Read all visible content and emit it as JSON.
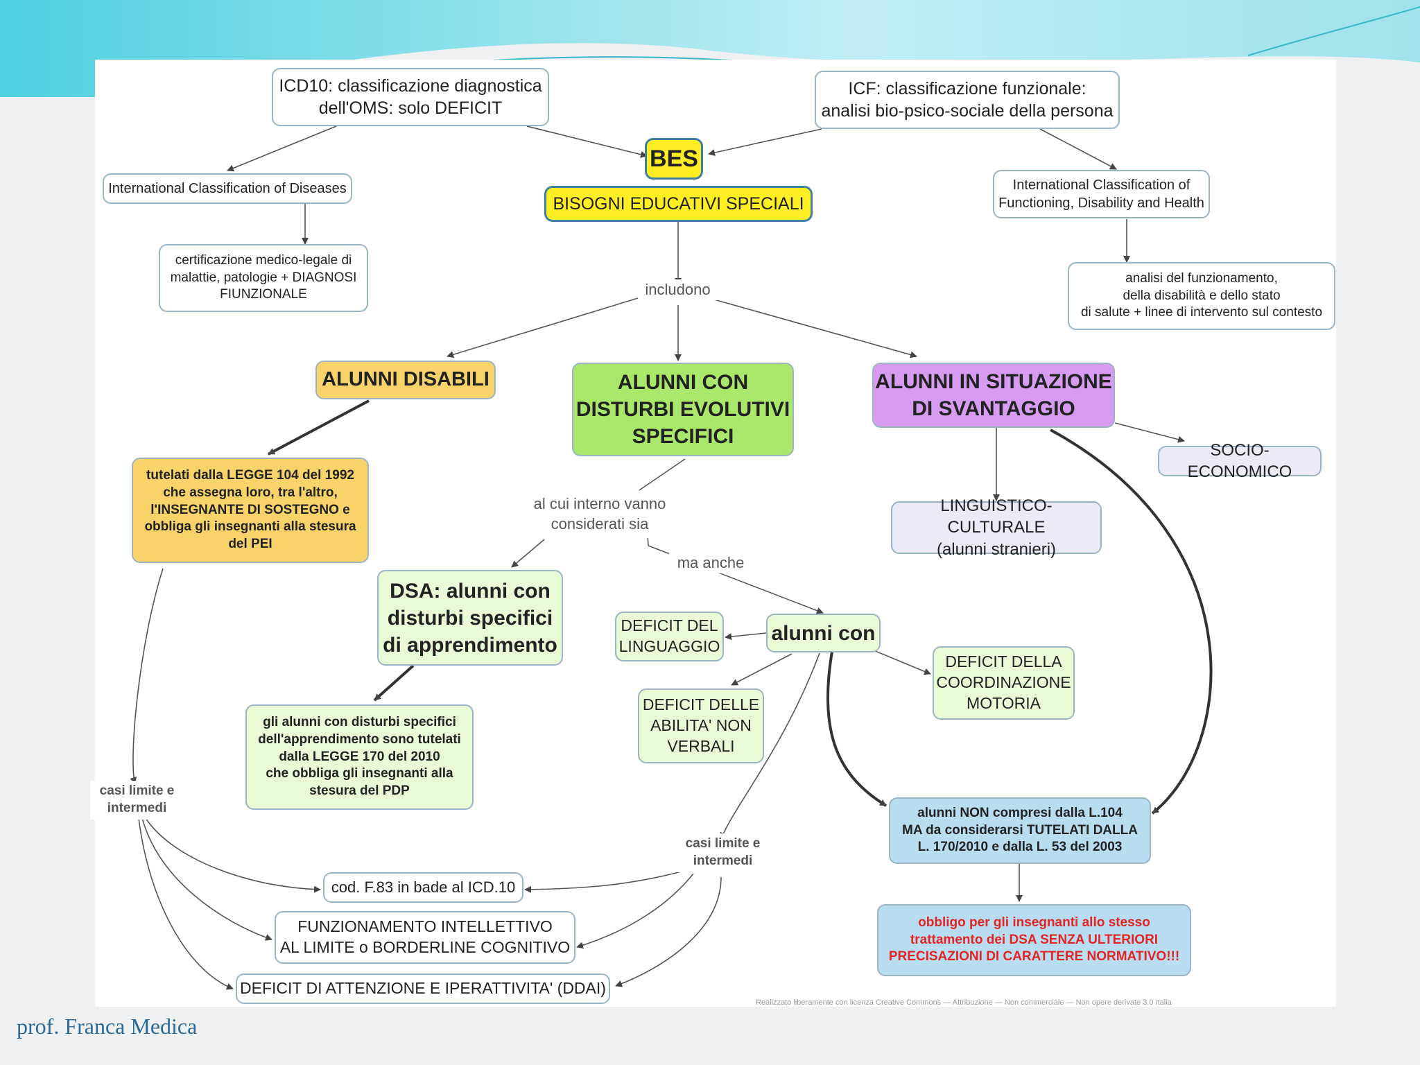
{
  "colors": {
    "accent_teal": "#5fd3e0",
    "bes_yellow": "#ffee22",
    "bes_border": "#3f7f9f",
    "disabili_orange": "#f8d36a",
    "evolutivi_green": "#a9e86a",
    "svantaggio_purple": "#d79cf2",
    "light_green": "#e8fbd6",
    "light_lavender": "#eceaf8",
    "light_blue": "#b9ddf0",
    "warning_red": "#e42424"
  },
  "footer": {
    "author": "prof. Franca Medica",
    "fine_print": "Realizzato liberamente con licenza Creative Commons — Attribuzione — Non commerciale — Non opere derivate 3.0 Italia"
  },
  "nodes": {
    "icd10": "ICD10: classificazione diagnostica\ndell'OMS: solo DEFICIT",
    "icf": "ICF: classificazione funzionale:\nanalisi bio-psico-sociale della persona",
    "bes": "BES",
    "bes_full": "BISOGNI EDUCATIVI SPECIALI",
    "icd_full": "International Classification of Diseases",
    "icf_full": "International Classification of\nFunctioning, Disability and Health",
    "certificazione": "certificazione medico-legale di\nmalattie, patologie + DIAGNOSI\nFIUNZIONALE",
    "analisi": "analisi del funzionamento,\ndella disabilità e dello stato\ndi salute + linee di intervento sul contesto",
    "disabili": "ALUNNI DISABILI",
    "evolutivi": "ALUNNI CON\nDISTURBI EVOLUTIVI\nSPECIFICI",
    "svantaggio": "ALUNNI IN SITUAZIONE\nDI SVANTAGGIO",
    "socio": "SOCIO-ECONOMICO",
    "linguistico": "LINGUISTICO-CULTURALE\n(alunni stranieri)",
    "tutelati104": "tutelati dalla LEGGE 104 del 1992\nche assegna loro, tra l'altro,\nl'INSEGNANTE DI SOSTEGNO e\nobbliga gli insegnanti alla stesura\ndel PEI",
    "dsa": "DSA: alunni con\ndisturbi specifici\ndi apprendimento",
    "alunni_con": "alunni con",
    "deficit_linguaggio": "DEFICIT DEL\nLINGUAGGIO",
    "deficit_abilita": "DEFICIT DELLE\nABILITA' NON\nVERBALI",
    "deficit_coordinazione": "DEFICIT DELLA\nCOORDINAZIONE\nMOTORIA",
    "legge170": "gli alunni con disturbi specifici\ndell'apprendimento sono tutelati\ndalla LEGGE 170 del 2010\nche obbliga gli insegnanti alla\nstesura del PDP",
    "non_compresi": "alunni NON compresi dalla L.104\nMA da considerarsi TUTELATI DALLA\nL. 170/2010 e dalla L. 53 del 2003",
    "obbligo": "obbligo per gli insegnanti allo stesso\ntrattamento dei DSA SENZA ULTERIORI\nPRECISAZIONI DI CARATTERE NORMATIVO!!!",
    "cod_f83": "cod. F.83 in bade al ICD.10",
    "funzionamento": "FUNZIONAMENTO INTELLETTIVO\nAL LIMITE o BORDERLINE COGNITIVO",
    "ddai": "DEFICIT DI ATTENZIONE E IPERATTIVITA' (DDAI)"
  },
  "link_labels": {
    "includono": "includono",
    "al_cui_interno": "al cui interno vanno\nconsiderati sia",
    "ma_anche": "ma anche",
    "casi_limite_left": "casi limite e\nintermedi",
    "casi_limite_right": "casi limite e\nintermedi"
  }
}
